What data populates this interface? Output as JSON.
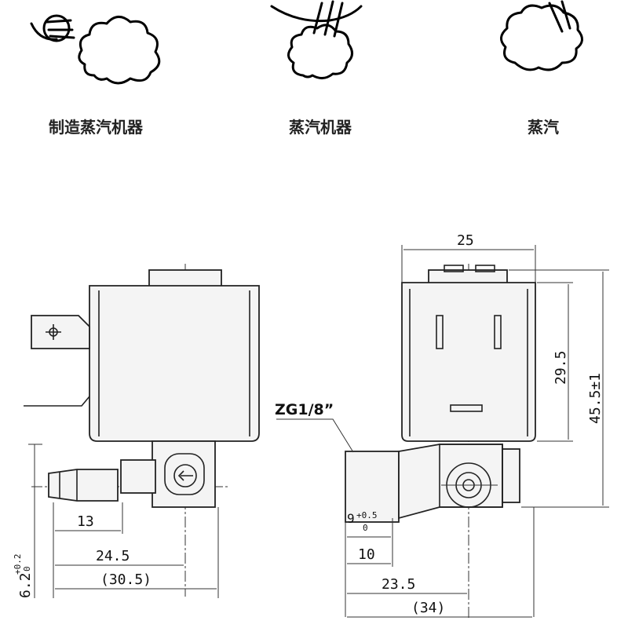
{
  "illustrations": [
    {
      "caption": "制造蒸汽机器",
      "icon": "steam-making-icon"
    },
    {
      "caption": "蒸汽机器",
      "icon": "steam-machine-icon"
    },
    {
      "caption": "蒸汽",
      "icon": "steam-cloud-icon"
    }
  ],
  "drawing": {
    "side_view": {
      "dim_13": "13",
      "dim_24_5": "24.5",
      "dim_30_5": "(30.5)",
      "dim_6_2": "6.2",
      "dim_6_2_tol_upper": "+0.2",
      "dim_6_2_tol_lower": "0"
    },
    "front_view": {
      "dim_25": "25",
      "dim_29_5": "29.5",
      "dim_45_5": "45.5±1",
      "thread_label": "ZG1/8”",
      "dim_9": "9",
      "dim_9_tol_upper": "+0.5",
      "dim_9_tol_lower": "0",
      "dim_10": "10",
      "dim_23_5": "23.5",
      "dim_34": "(34)"
    }
  }
}
